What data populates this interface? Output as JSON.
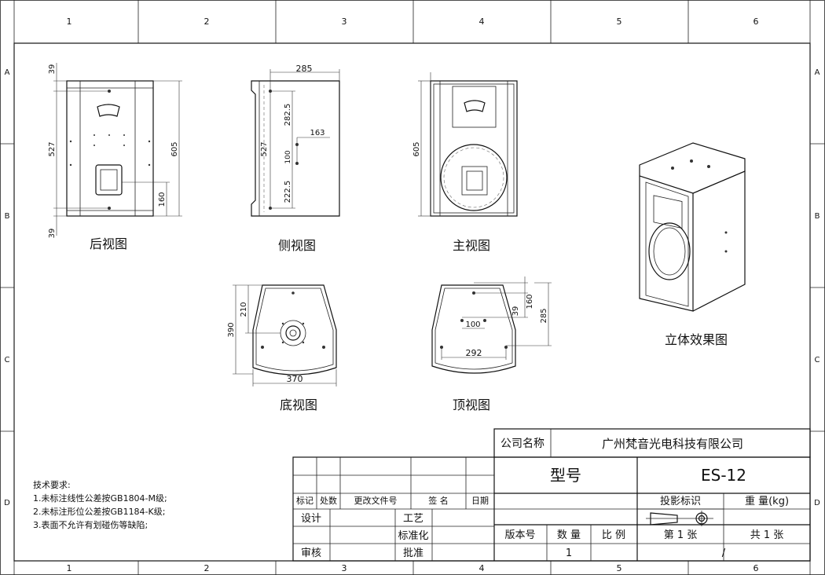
{
  "frame": {
    "columns": [
      "1",
      "2",
      "3",
      "4",
      "5",
      "6"
    ],
    "rows": [
      "A",
      "B",
      "C",
      "D"
    ]
  },
  "views": {
    "rear": {
      "title": "后视图",
      "dims": {
        "top": "39",
        "height_inner": "527",
        "height": "605",
        "lower": "160",
        "bottom": "39"
      }
    },
    "side": {
      "title": "侧视图",
      "dims": {
        "depth": "285",
        "height": "527",
        "upper": "282.5",
        "mid": "163",
        "gap": "100",
        "lower": "222.5"
      }
    },
    "front": {
      "title": "主视图",
      "dims": {
        "height": "605"
      }
    },
    "bottom": {
      "title": "底视图",
      "dims": {
        "depth": "390",
        "front": "210",
        "width": "370"
      }
    },
    "top": {
      "title": "顶视图",
      "dims": {
        "a": "39",
        "b": "160",
        "depth": "285",
        "spacing": "100",
        "width": "292"
      }
    },
    "iso": {
      "title": "立体效果图"
    }
  },
  "notes": {
    "heading": "技术要求:",
    "items": [
      "1.未标注线性公差按GB1804-M级;",
      "2.未标注形位公差按GB1184-K级;",
      "3.表面不允许有划碰伤等缺陷;"
    ]
  },
  "title_block": {
    "company_label": "公司名称",
    "company": "广州梵音光电科技有限公司",
    "model_label": "型号",
    "model": "ES-12",
    "rev_headers": [
      "标记",
      "处数",
      "更改文件号",
      "签 名",
      "日期"
    ],
    "design": "设计",
    "process": "工艺",
    "standard": "标准化",
    "review": "审核",
    "approve": "批准",
    "projection": "投影标识",
    "weight": "重 量(kg)",
    "version_label": "版本号",
    "qty_label": "数 量",
    "scale_label": "比 例",
    "qty": "1",
    "sheet_no": "第 1 张",
    "sheet_total": "共 1 张",
    "slash": "/"
  }
}
